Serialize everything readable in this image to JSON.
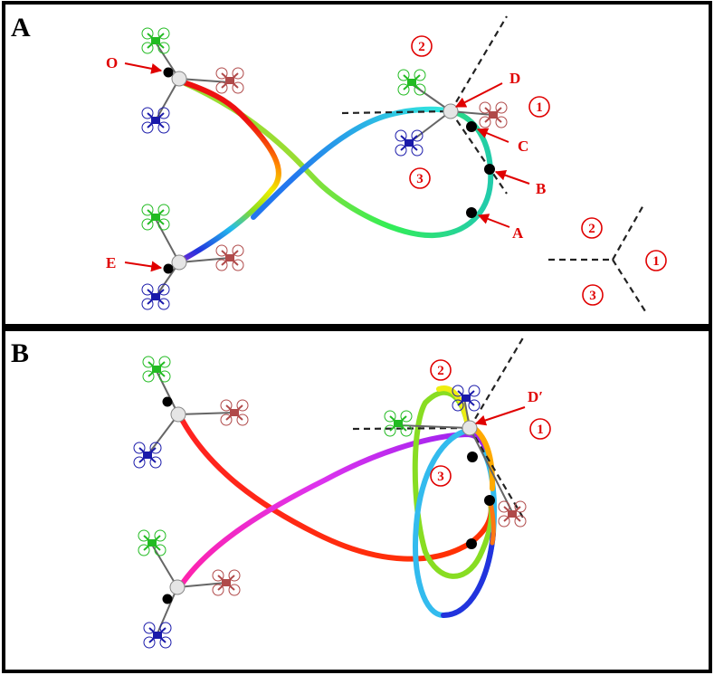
{
  "colors": {
    "annotation_red": "#e00000",
    "drone_green": "#22bb22",
    "drone_blue": "#1a1aaa",
    "drone_red": "#b04a4a",
    "load_gray": "#d8d8d8",
    "cable_gray": "#666666"
  },
  "panels": [
    {
      "label": "A",
      "points": {
        "O": "O",
        "A": "A",
        "B": "B",
        "C": "C",
        "D": "D",
        "E": "E"
      },
      "regions": [
        "1",
        "2",
        "3"
      ],
      "legend_regions": [
        "1",
        "2",
        "3"
      ]
    },
    {
      "label": "B",
      "points": {
        "D_prime": "D′"
      },
      "regions": [
        "1",
        "2",
        "3"
      ]
    }
  ]
}
